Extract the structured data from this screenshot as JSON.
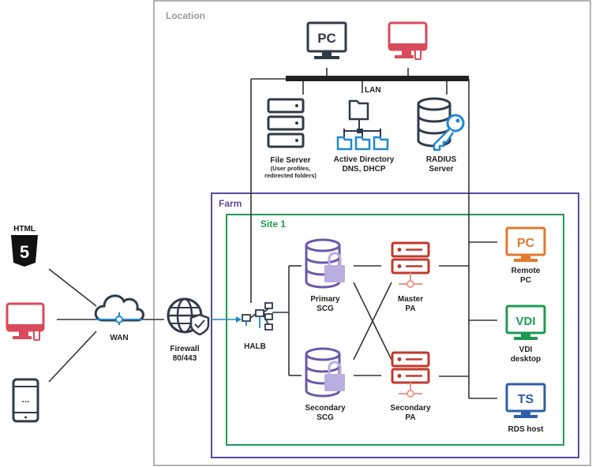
{
  "zones": {
    "location": "Location",
    "farm": "Farm",
    "site": "Site 1"
  },
  "lan": "LAN",
  "nodes": {
    "pc_top": "PC",
    "file_server": {
      "title": "File Server",
      "sub1": "(User profiles,",
      "sub2": "redirected folders)"
    },
    "active_directory": {
      "line1": "Active Directory",
      "line2": "DNS, DHCP"
    },
    "radius": {
      "line1": "RADIUS",
      "line2": "Server"
    },
    "html_badge": "HTML",
    "html_num": "5",
    "wan": "WAN",
    "firewall": {
      "line1": "Firewall",
      "line2": "80/443"
    },
    "halb": "HALB",
    "primary_scg": {
      "line1": "Primary",
      "line2": "SCG"
    },
    "secondary_scg": {
      "line1": "Secondary",
      "line2": "SCG"
    },
    "master_pa": {
      "line1": "Master",
      "line2": "PA"
    },
    "secondary_pa": {
      "line1": "Secondary",
      "line2": "PA"
    },
    "remote_pc": {
      "badge": "PC",
      "line1": "Remote",
      "line2": "PC"
    },
    "vdi": {
      "badge": "VDI",
      "line1": "VDI",
      "line2": "desktop"
    },
    "rds": {
      "badge": "TS",
      "line1": "RDS host"
    },
    "mobile_dots": "..."
  },
  "colors": {
    "location_border": "#9a9a9a",
    "farm_border": "#5b4a9b",
    "site_border": "#1e9a52",
    "scg_purple": "#6a5aa8",
    "scg_lock": "#b9aee0",
    "pa_red": "#c0392b",
    "pa_pink": "#e89a8f",
    "client_red": "#d94a5a",
    "remote_orange": "#e07a2d",
    "vdi_green": "#1e9a52",
    "ts_blue": "#2e5ea8",
    "ad_blue": "#1e88d1",
    "dark": "#2f3a4a"
  },
  "icons": {
    "pc_top": "pc-monitor-icon",
    "pc_red_top": "red-monitor-icon",
    "file_server": "server-stack-icon",
    "active_directory": "directory-tree-icon",
    "radius": "database-key-icon",
    "html5": "html5-shield-icon",
    "red_monitor": "red-monitor-icon",
    "mobile": "mobile-phone-icon",
    "wan": "cloud-network-icon",
    "firewall": "globe-shield-icon",
    "halb": "network-switch-icon",
    "scg": "database-lock-icon",
    "pa": "server-network-icon",
    "remote_pc": "monitor-pc-icon",
    "vdi": "monitor-vdi-icon",
    "rds": "monitor-ts-icon"
  }
}
